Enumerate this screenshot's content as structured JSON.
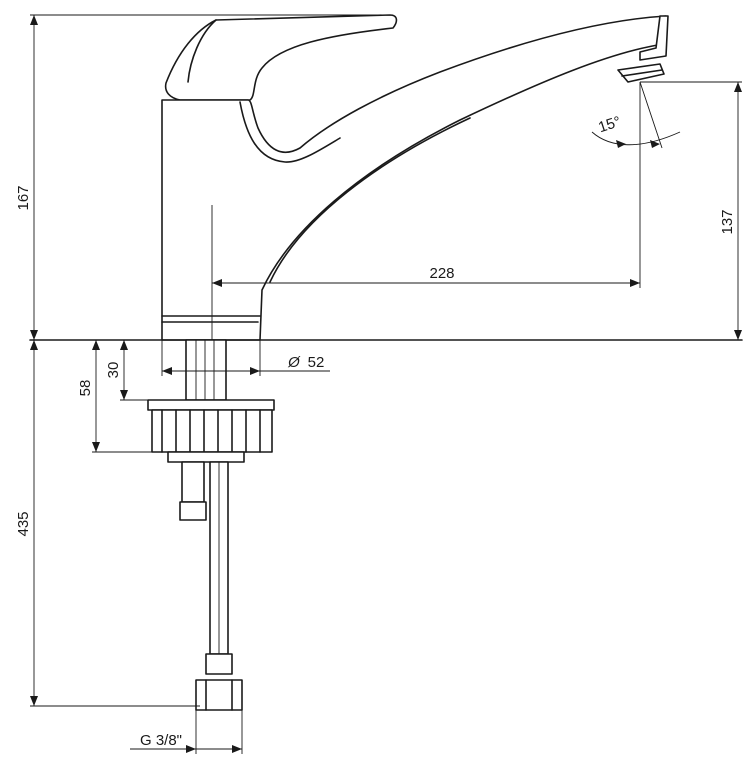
{
  "dimensions": {
    "total_height_above_deck": "167",
    "spout_outlet_height": "137",
    "spout_reach": "228",
    "base_diameter": "52",
    "base_diameter_symbol": "Ø",
    "under_deck_30": "30",
    "under_deck_58": "58",
    "supply_hose_length": "435",
    "spout_angle": "15°",
    "thread_size": "G 3/8\""
  }
}
